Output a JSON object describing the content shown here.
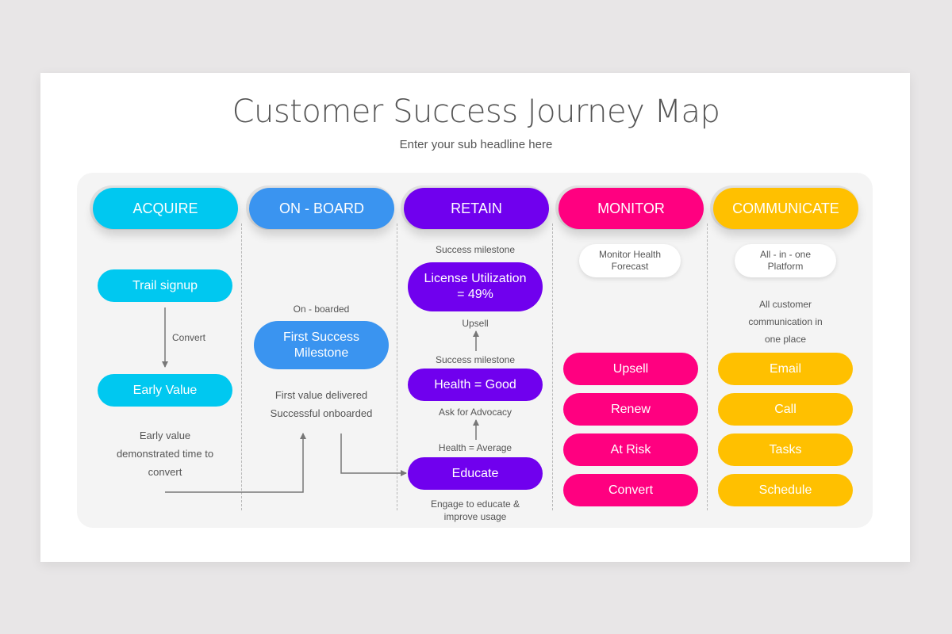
{
  "title": "Customer Success Journey Map",
  "subtitle": "Enter your sub headline here",
  "colors": {
    "acquire": "#00c8f0",
    "onboard": "#3a94f0",
    "retain": "#7000ee",
    "monitor": "#ff0080",
    "communicate": "#ffc000"
  },
  "stages": [
    {
      "label": "ACQUIRE"
    },
    {
      "label": "ON - BOARD"
    },
    {
      "label": "RETAIN"
    },
    {
      "label": "MONITOR"
    },
    {
      "label": "COMMUNICATE"
    }
  ],
  "acquire": {
    "trail_signup": "Trail signup",
    "convert_label": "Convert",
    "early_value": "Early Value",
    "description_lines": [
      "Early value",
      "demonstrated time to",
      "convert"
    ]
  },
  "onboard": {
    "onboarded_label": "On - boarded",
    "milestone_lines": [
      "First Success",
      "Milestone"
    ],
    "description_lines": [
      "First value delivered",
      "Successful onboarded"
    ]
  },
  "retain": {
    "top_label": "Success milestone",
    "license_lines": [
      "License Utilization",
      "= 49%"
    ],
    "upsell_label": "Upsell",
    "mid_label": "Success milestone",
    "health_good": "Health = Good",
    "advocacy_label": "Ask for Advocacy",
    "health_average": "Health = Average",
    "educate": "Educate",
    "description_lines": [
      "Engage to educate &",
      "improve usage"
    ]
  },
  "monitor": {
    "tag_lines": [
      "Monitor Health",
      "Forecast"
    ],
    "actions": [
      "Upsell",
      "Renew",
      "At Risk",
      "Convert"
    ]
  },
  "communicate": {
    "tag_lines": [
      "All - in - one",
      "Platform"
    ],
    "description_lines": [
      "All customer",
      "communication in",
      "one place"
    ],
    "actions": [
      "Email",
      "Call",
      "Tasks",
      "Schedule"
    ]
  }
}
